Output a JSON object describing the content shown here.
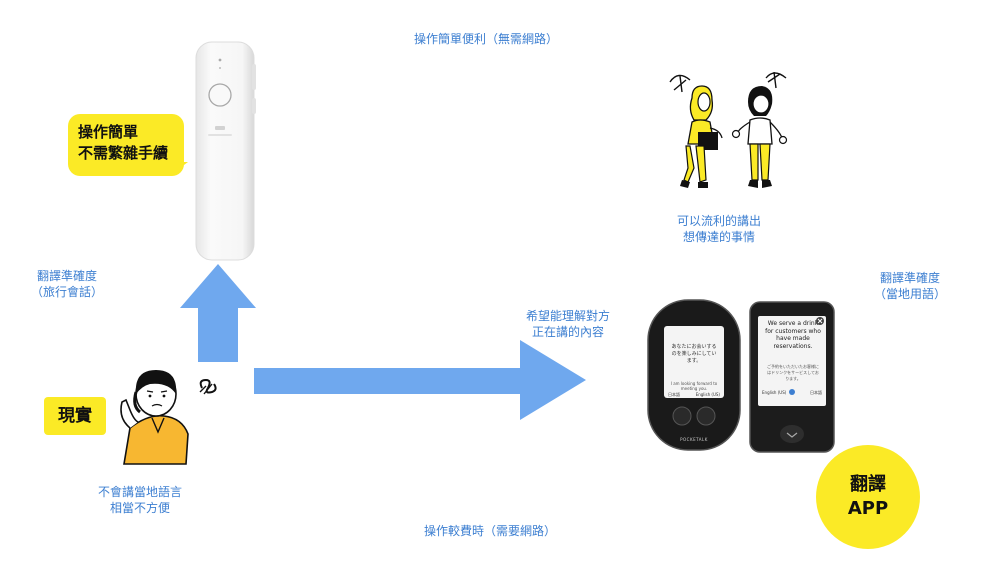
{
  "top_path": {
    "label": "操作簡單便利（無需網路）"
  },
  "bottom_path": {
    "label": "操作較費時（需要網路）"
  },
  "left_accuracy": {
    "lines": [
      "翻譯準確度",
      "（旅行會話）"
    ]
  },
  "right_accuracy": {
    "lines": [
      "翻譯準確度",
      "（當地用語）"
    ]
  },
  "bubble": {
    "lines": [
      "操作簡單",
      "不需繁雜手續"
    ]
  },
  "reality": {
    "label": "現實"
  },
  "reality_caption": {
    "lines": [
      "不會講當地語言",
      "相當不方便"
    ]
  },
  "speak_caption": {
    "lines": [
      "可以流利的講出",
      "想傳達的事情"
    ]
  },
  "understand_caption": {
    "lines": [
      "希望能理解對方",
      "正在講的內容"
    ]
  },
  "app_badge": {
    "lines": [
      "翻譯",
      "APP"
    ]
  },
  "device_left_screen": {
    "lines": [
      "あなたにお会いする",
      "のを楽しみにしてい",
      "ます。"
    ],
    "english": [
      "I am looking forward to",
      "meeting you."
    ],
    "lang_left": "日本語",
    "lang_right": "English (US)",
    "brand": "POCKETALK"
  },
  "device_right_screen": {
    "english_lines": [
      "We serve a drink",
      "for customers who",
      "have made",
      "reservations."
    ],
    "jp_lines": [
      "ご予約をいただいたお客様に",
      "はドリンクをサービスしてお",
      "ります。"
    ],
    "lang_left": "English (US)",
    "lang_right": "日本語"
  },
  "colors": {
    "arrow": "#6fa8ee",
    "yellow": "#fbea26",
    "accent_text": "#3d7fd1"
  }
}
